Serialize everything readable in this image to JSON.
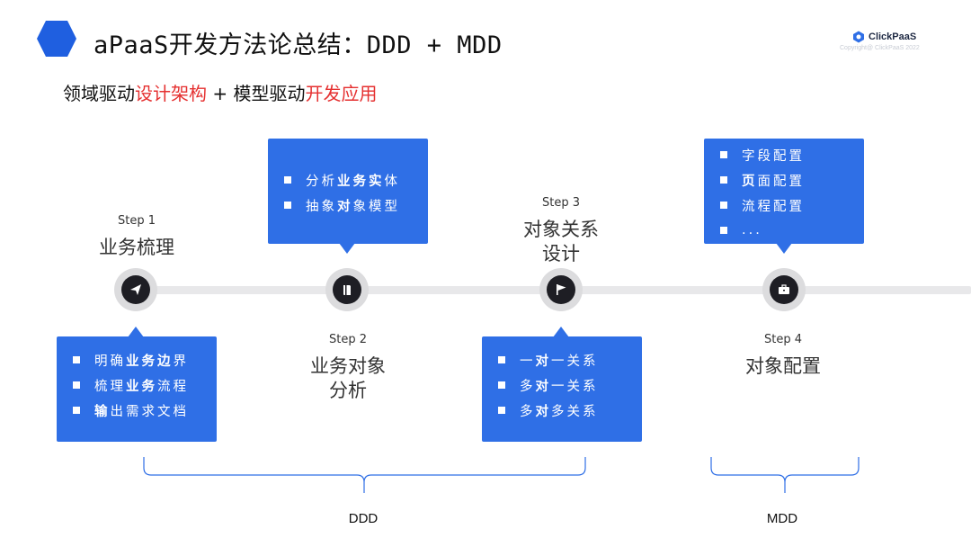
{
  "header": {
    "title": "aPaaS开发方法论总结：DDD + MDD",
    "subtitle": {
      "part1": "领域驱动",
      "part2": "设计架构",
      "part3": " + 模型驱动",
      "part4": "开发应用"
    },
    "logo": {
      "name": "ClickPaaS",
      "copyright": "Copyright@ ClickPaaS 2022"
    }
  },
  "colors": {
    "accent": "#2f6fe6",
    "highlight": "#e53030",
    "node": "#1e1e24",
    "timeline": "#e8e8ea"
  },
  "steps": [
    {
      "label": "Step 1",
      "name": "业务梳理",
      "icon": "paper-plane-icon"
    },
    {
      "label": "Step 2",
      "name_line1": "业务对象",
      "name_line2": "分析",
      "icon": "book-icon"
    },
    {
      "label": "Step 3",
      "name_line1": "对象关系",
      "name_line2": "设计",
      "icon": "flag-icon"
    },
    {
      "label": "Step 4",
      "name": "对象配置",
      "icon": "briefcase-icon"
    }
  ],
  "callouts": {
    "step1": [
      {
        "pre": "明确",
        "bold": "业务边",
        "post": "界"
      },
      {
        "pre": "梳理",
        "bold": "业务",
        "post": "流程"
      },
      {
        "pre": "",
        "bold": "输",
        "post": "出需求文档"
      }
    ],
    "step2": [
      {
        "pre": "分析",
        "bold": "业务实",
        "post": "体"
      },
      {
        "pre": "抽象",
        "bold": "对",
        "post": "象模型"
      }
    ],
    "step3": [
      {
        "pre": "一",
        "bold": "对",
        "post": "一关系"
      },
      {
        "pre": "多",
        "bold": "对",
        "post": "一关系"
      },
      {
        "pre": "多",
        "bold": "对",
        "post": "多关系"
      }
    ],
    "step4": [
      {
        "pre": "字段配置",
        "bold": "",
        "post": ""
      },
      {
        "pre": "",
        "bold": "页",
        "post": "面配置"
      },
      {
        "pre": "流程配置",
        "bold": "",
        "post": ""
      },
      {
        "pre": "...",
        "bold": "",
        "post": ""
      }
    ]
  },
  "groups": {
    "ddd": "DDD",
    "mdd": "MDD"
  }
}
